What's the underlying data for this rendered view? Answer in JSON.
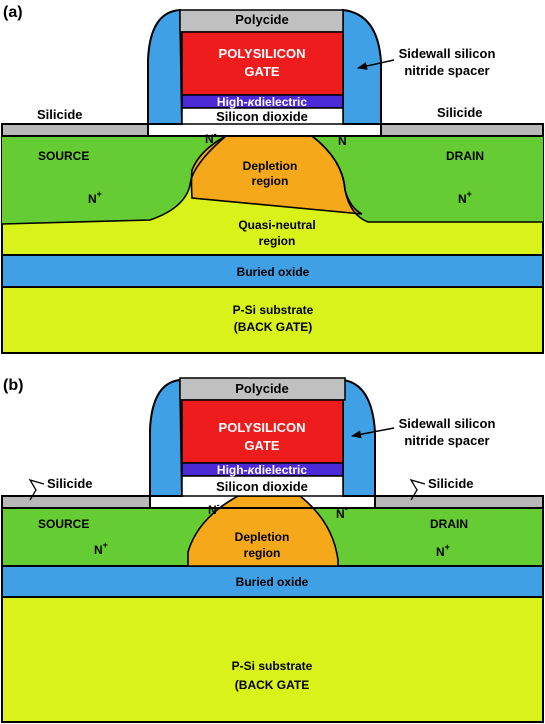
{
  "colors": {
    "substrate": "#d8f21a",
    "buried_oxide": "#3fa0e6",
    "source_drain": "#66cc33",
    "depletion": "#f5a91a",
    "gate": "#ee1c1c",
    "polycide": "#c0c0c0",
    "high_k": "#4b2bd6",
    "sio2": "#ffffff",
    "spacer": "#3fa0e6",
    "silicide": "#b8b8b8",
    "outline": "#000000"
  },
  "panel_a": {
    "panel_label": "(a)",
    "polycide": "Polycide",
    "gate_line1": "POLYSILICON",
    "gate_line2": "GATE",
    "high_k_prefix": "High-",
    "high_k_kappa": "κ",
    "high_k_suffix": "dielectric",
    "silicon_dioxide": "Silicon dioxide",
    "spacer_line1": "Sidewall silicon",
    "spacer_line2": "nitride spacer",
    "silicide_left": "Silicide",
    "silicide_right": "Silicide",
    "source": "SOURCE",
    "drain": "DRAIN",
    "n_plus_left": "N",
    "n_plus_right": "N",
    "plus": "+",
    "n_minus_left": "N",
    "n_minus_right": "N",
    "minus": "-",
    "depletion_line1": "Depletion",
    "depletion_line2": "region",
    "quasi_line1": "Quasi-neutral",
    "quasi_line2": "region",
    "buried_oxide": "Buried oxide",
    "substrate_line1": "P-Si substrate",
    "substrate_line2": "(BACK GATE)"
  },
  "panel_b": {
    "panel_label": "(b)",
    "polycide": "Polycide",
    "gate_line1": "POLYSILICON",
    "gate_line2": "GATE",
    "high_k_prefix": "High-",
    "high_k_kappa": "κ",
    "high_k_suffix": "dielectric",
    "silicon_dioxide": "Silicon dioxide",
    "spacer_line1": "Sidewall silicon",
    "spacer_line2": "nitride spacer",
    "silicide_left": "Silicide",
    "silicide_right": "Silicide",
    "source": "SOURCE",
    "drain": "DRAIN",
    "n_plus_left": "N",
    "n_plus_right": "N",
    "plus": "+",
    "n_minus_left": "N",
    "n_minus_right": "N",
    "minus": "-",
    "depletion_line1": "Depletion",
    "depletion_line2": "region",
    "buried_oxide": "Buried oxide",
    "substrate_line1": "P-Si substrate",
    "substrate_line2": "(BACK GATE"
  }
}
